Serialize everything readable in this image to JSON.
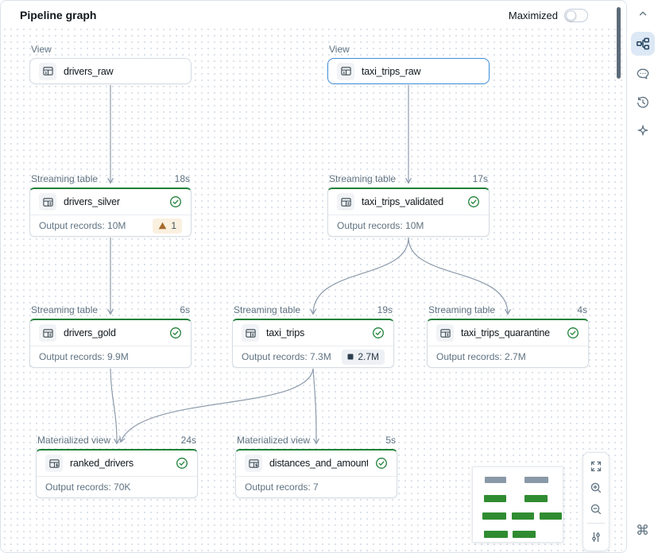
{
  "header": {
    "title": "Pipeline graph",
    "maximized_label": "Maximized"
  },
  "nodes": [
    {
      "kind": "View",
      "name": "drivers_raw"
    },
    {
      "kind": "View",
      "name": "taxi_trips_raw",
      "selected": true
    },
    {
      "kind": "Streaming table",
      "duration": "18s",
      "name": "drivers_silver",
      "output": "Output records: 10M",
      "badge": "1",
      "badge_type": "warning",
      "status": "success"
    },
    {
      "kind": "Streaming table",
      "duration": "17s",
      "name": "taxi_trips_validated",
      "output": "Output records: 10M",
      "status": "success"
    },
    {
      "kind": "Streaming table",
      "duration": "6s",
      "name": "drivers_gold",
      "output": "Output records: 9.9M",
      "status": "success"
    },
    {
      "kind": "Streaming table",
      "duration": "19s",
      "name": "taxi_trips",
      "output": "Output records: 7.3M",
      "badge": "2.7M",
      "badge_type": "neutral",
      "status": "success"
    },
    {
      "kind": "Streaming table",
      "duration": "4s",
      "name": "taxi_trips_quarantine",
      "output": "Output records: 2.7M",
      "status": "success"
    },
    {
      "kind": "Materialized view",
      "duration": "24s",
      "name": "ranked_drivers",
      "output": "Output records: 70K",
      "status": "success"
    },
    {
      "kind": "Materialized view",
      "duration": "5s",
      "name": "distances_and_amounts_b...",
      "output": "Output records: 7",
      "status": "success"
    }
  ],
  "sidebar": {
    "icons": [
      "collapse-chevron-up",
      "pipeline-graph",
      "comments",
      "history",
      "assistant-sparkle",
      "command-shortcuts"
    ],
    "active_icon": "pipeline-graph"
  },
  "controls": {
    "buttons": [
      "fit-view",
      "zoom-in",
      "zoom-out",
      "graph-settings"
    ]
  },
  "colors": {
    "success_green": "#1f8138",
    "selected_blue": "#3e8ed6",
    "edge_gray": "#8d9bab",
    "warn_badge_bg": "#faf0df",
    "warn_icon": "#a4692e",
    "neutral_badge_bg": "#edf0f4",
    "neutral_icon": "#2c3e50",
    "secondary_text": "#5f7281",
    "active_sidebar_bg": "#dce8f5"
  }
}
